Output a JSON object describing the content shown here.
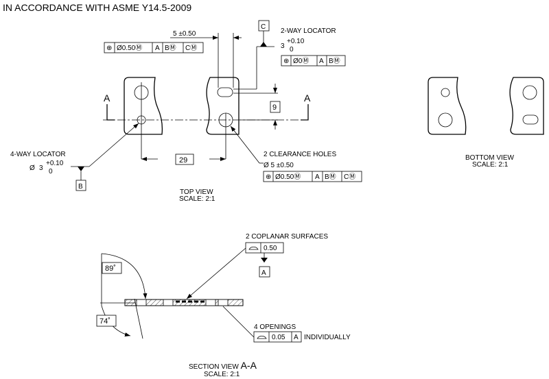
{
  "header": {
    "standard_note": "IN ACCORDANCE WITH ASME Y14.5-2009"
  },
  "top_view": {
    "caption": "TOP VIEW",
    "scale": "SCALE: 2:1",
    "dim_top": "5 ±0.50",
    "dim_bottom": "29",
    "dim_right": "9",
    "section_letter": "A",
    "fcf_top": [
      "⊕",
      "Ø0.50Ⓜ",
      "A",
      "BⓂ",
      "CⓂ"
    ],
    "two_way": {
      "label": "2-WAY LOCATOR",
      "datum": "C",
      "size": "3",
      "tol_plus": "+0.10",
      "tol_minus": "0",
      "fcf": [
        "⊕",
        "Ø0Ⓜ",
        "A",
        "BⓂ"
      ]
    },
    "four_way": {
      "label": "4-WAY LOCATOR",
      "diameter_symbol": "Ø",
      "size": "3",
      "tol_plus": "+0.10",
      "tol_minus": "0",
      "datum": "B"
    },
    "clearance": {
      "label": "2 CLEARANCE HOLES",
      "size": "Ø 5 ±0.50",
      "fcf": [
        "⊕",
        "Ø0.50Ⓜ",
        "A",
        "BⓂ",
        "CⓂ"
      ]
    }
  },
  "bottom_view": {
    "caption": "BOTTOM VIEW",
    "scale": "SCALE: 2:1"
  },
  "section_view": {
    "caption_prefix": "SECTION VIEW ",
    "caption_letters": "A-A",
    "scale": "SCALE: 2:1",
    "angle_top": "89˚",
    "angle_bottom": "74˚",
    "coplanar": {
      "label": "2 COPLANAR SURFACES",
      "value": "0.50",
      "datum": "A"
    },
    "openings": {
      "label": "4 OPENINGS",
      "value": "0.05",
      "datum": "A",
      "suffix": "INDIVIDUALLY"
    }
  }
}
